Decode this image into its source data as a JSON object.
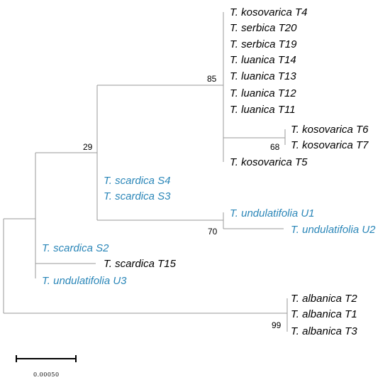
{
  "tree": {
    "leaves": [
      {
        "id": "kosovarica_T4",
        "label": "T. kosovarica T4",
        "color": "#000000"
      },
      {
        "id": "serbica_T20",
        "label": "T. serbica T20",
        "color": "#000000"
      },
      {
        "id": "serbica_T19",
        "label": "T. serbica T19",
        "color": "#000000"
      },
      {
        "id": "luanica_T14",
        "label": "T. luanica T14",
        "color": "#000000"
      },
      {
        "id": "luanica_T13",
        "label": "T. luanica T13",
        "color": "#000000"
      },
      {
        "id": "luanica_T12",
        "label": "T. luanica T12",
        "color": "#000000"
      },
      {
        "id": "luanica_T11",
        "label": "T. luanica T11",
        "color": "#000000"
      },
      {
        "id": "kosovarica_T6",
        "label": "T. kosovarica T6",
        "color": "#000000"
      },
      {
        "id": "kosovarica_T7",
        "label": "T. kosovarica T7",
        "color": "#000000"
      },
      {
        "id": "kosovarica_T5",
        "label": "T. kosovarica T5",
        "color": "#000000"
      },
      {
        "id": "scardica_S4",
        "label": "T. scardica S4",
        "color": "#2a86b8"
      },
      {
        "id": "scardica_S3",
        "label": "T. scardica S3",
        "color": "#2a86b8"
      },
      {
        "id": "undulatifolia_U1",
        "label": "T. undulatifolia U1",
        "color": "#2a86b8"
      },
      {
        "id": "undulatifolia_U2",
        "label": "T. undulatifolia U2",
        "color": "#2a86b8"
      },
      {
        "id": "scardica_S2",
        "label": "T. scardica S2",
        "color": "#2a86b8"
      },
      {
        "id": "scardica_T15",
        "label": "T. scardica T15",
        "color": "#000000"
      },
      {
        "id": "undulatifolia_U3",
        "label": "T. undulatifolia U3",
        "color": "#2a86b8"
      },
      {
        "id": "albanica_T2",
        "label": "T. albanica T2",
        "color": "#000000"
      },
      {
        "id": "albanica_T1",
        "label": "T. albanica T1",
        "color": "#000000"
      },
      {
        "id": "albanica_T3",
        "label": "T. albanica T3",
        "color": "#000000"
      }
    ],
    "support_values": [
      {
        "id": "bs_85",
        "value": "85"
      },
      {
        "id": "bs_29",
        "value": "29"
      },
      {
        "id": "bs_68",
        "value": "68"
      },
      {
        "id": "bs_70",
        "value": "70"
      },
      {
        "id": "bs_99",
        "value": "99"
      }
    ],
    "branch_color": "#9a9a9a",
    "scale_bar": {
      "label": "0.00050"
    }
  }
}
